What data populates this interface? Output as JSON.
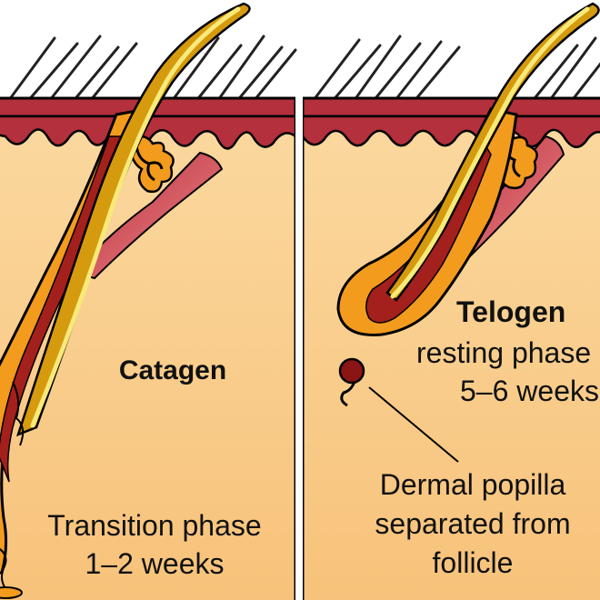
{
  "panels": {
    "catagen": {
      "title": "Catagen",
      "caption_line1": "Transition phase",
      "caption_line2": "1–2 weeks"
    },
    "telogen": {
      "title": "Telogen",
      "subtitle_line1": "resting phase",
      "subtitle_line2": "5–6 weeks",
      "callout_line1": "Dermal popilla",
      "callout_line2": "separated from",
      "callout_line3": "follicle"
    }
  },
  "colors": {
    "dermis": "#f8c985",
    "epidermis": "#b3303c",
    "outline": "#000000",
    "hair_shaft": "#d59a0d",
    "hair_core": "#f7e97a",
    "follicle_orange": "#f39b1d",
    "follicle_dark": "#a3201c",
    "papilla": "#8b1515"
  }
}
